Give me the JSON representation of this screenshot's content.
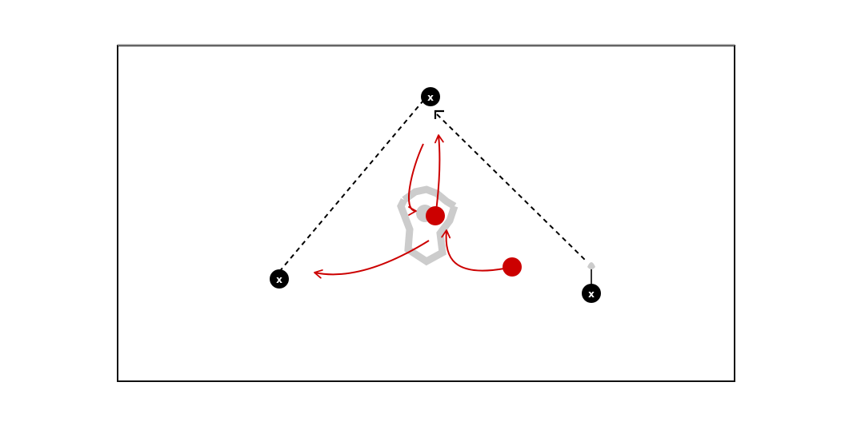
{
  "diagram": {
    "field": {
      "border_color": "#111111",
      "top_line_color": "#aaaaaa",
      "background": "#ffffff"
    },
    "colors": {
      "player": "#000000",
      "attacker": "#cc0000",
      "path": "#cc0000",
      "pass_line": "#000000",
      "screen_shape": "#cccccc"
    },
    "icons": {
      "player_marker": "black-circle-x-icon",
      "attacker_marker": "red-dot-icon",
      "screen_shape": "stick-figure-outline-icon",
      "cone": "cone-icon",
      "pick_corner": "corner-bracket-icon"
    },
    "players": [
      {
        "id": "top",
        "label": "x"
      },
      {
        "id": "left",
        "label": "x"
      },
      {
        "id": "right",
        "label": "x"
      }
    ]
  }
}
